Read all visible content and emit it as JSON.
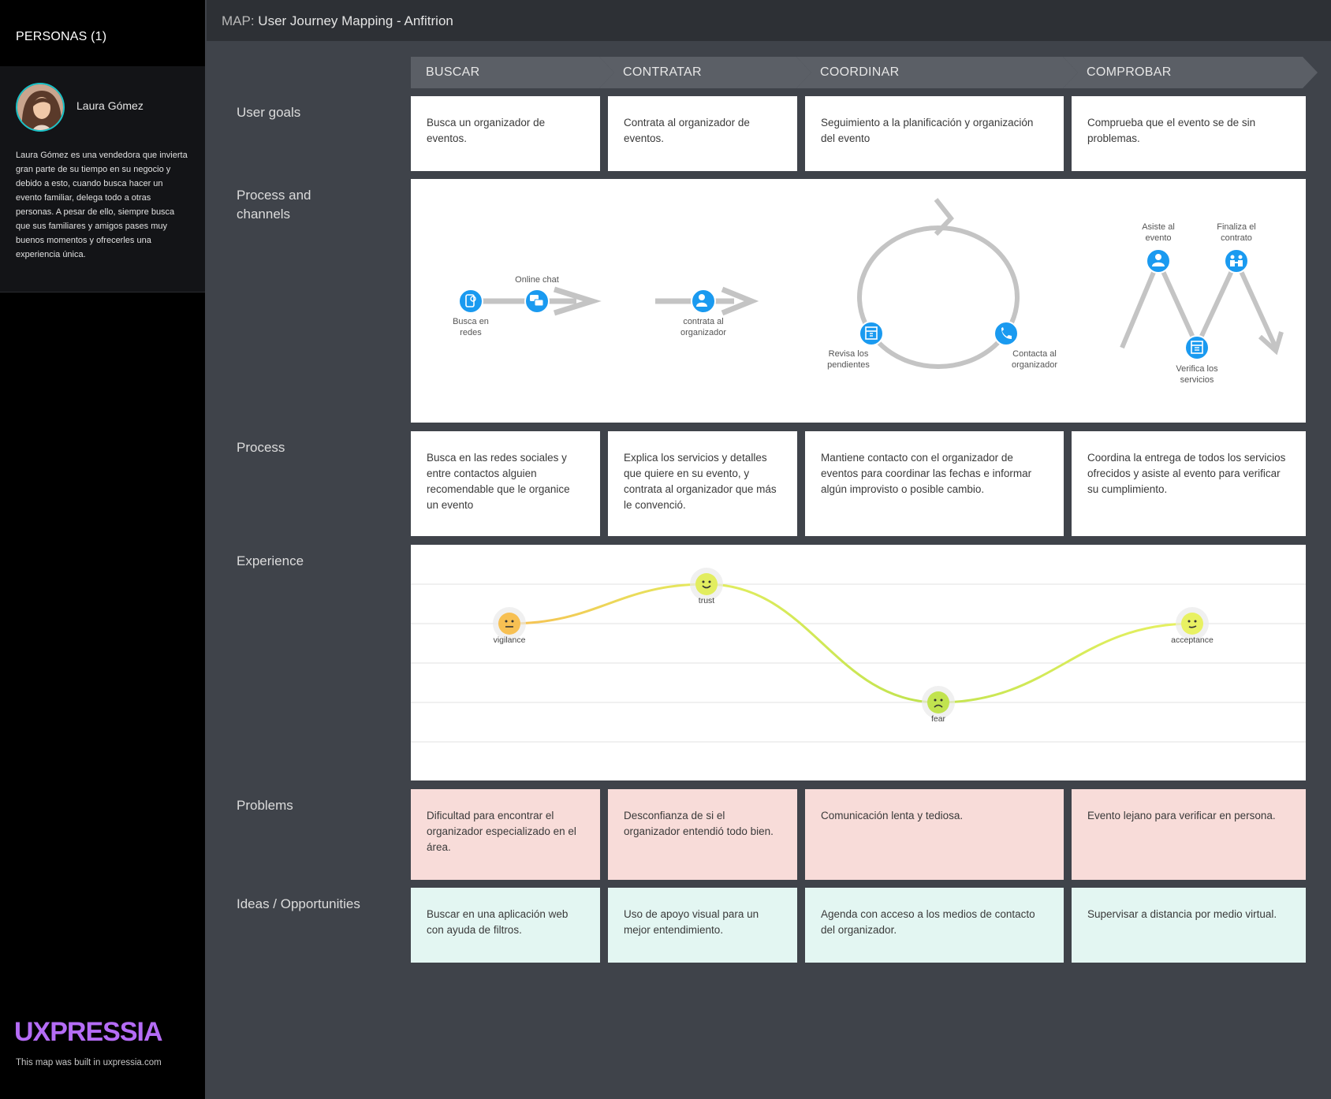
{
  "sidebar": {
    "personas_header": "PERSONAS (1)",
    "persona": {
      "name": "Laura Gómez",
      "description": "Laura Gómez es una vendedora que invierta gran parte de su tiempo en su negocio y debido a esto, cuando busca hacer un evento familiar, delega todo a otras personas. A pesar de ello, siempre busca que sus familiares y amigos pases muy buenos momentos y ofrecerles una experiencia única."
    },
    "brand": "UXPRESSIA",
    "brand_note": "This map was built in uxpressia.com"
  },
  "header": {
    "prefix": "MAP:",
    "title": "User Journey Mapping - Anfitrion"
  },
  "stages": [
    "BUSCAR",
    "CONTRATAR",
    "COORDINAR",
    "COMPROBAR"
  ],
  "rows": {
    "user_goals": {
      "label": "User goals",
      "cells": [
        " Busca un organizador de eventos.",
        "Contrata al organizador de eventos.",
        "Seguimiento a la planificación y organización del evento",
        "Comprueba que el evento se de sin problemas."
      ]
    },
    "process_channels": {
      "label": "Process and channels",
      "nodes": {
        "busca_redes": "Busca en redes",
        "online_chat": "Online chat",
        "contrata": "contrata al organizador",
        "revisa": "Revisa los pendientes",
        "contacta": "Contacta al organizador",
        "asiste": "Asiste al evento",
        "finaliza": "Finaliza el contrato",
        "verifica": "Verifica los servicios"
      }
    },
    "process": {
      "label": "Process",
      "cells": [
        "Busca en las redes sociales y entre contactos alguien recomendable que le organice un evento",
        "Explica los servicios y detalles que quiere en su evento, y contrata al organizador que más le convenció.",
        "Mantiene contacto con el organizador de eventos para coordinar las fechas e informar algún improvisto o posible cambio.",
        "Coordina la entrega de todos los servicios ofrecidos y asiste al evento para verificar su cumplimiento."
      ]
    },
    "experience": {
      "label": "Experience"
    },
    "problems": {
      "label": "Problems",
      "cells": [
        "Dificultad para encontrar el organizador especializado en el área.",
        "Desconfianza de si el organizador entendió todo bien.",
        "Comunicación lenta y tediosa.",
        "Evento lejano para verificar en persona."
      ]
    },
    "ideas": {
      "label": "Ideas / Opportunities",
      "cells": [
        "Buscar en una aplicación web con ayuda de filtros.",
        "Uso de apoyo visual para un mejor entendimiento.",
        "Agenda con acceso a los medios de contacto del organizador.",
        "Supervisar a distancia por medio virtual."
      ]
    }
  },
  "chart_data": {
    "type": "line",
    "categories": [
      "BUSCAR",
      "CONTRATAR",
      "COORDINAR",
      "COMPROBAR"
    ],
    "series": [
      {
        "values": [
          1,
          2,
          -1,
          1
        ]
      }
    ],
    "point_labels": [
      "vigilance",
      "trust",
      "fear",
      "acceptance"
    ],
    "ylim": [
      -3,
      3
    ],
    "grid": true,
    "colors": [
      "#f7c053",
      "#e2ed5f",
      "#c1e34f",
      "#e8f162"
    ]
  },
  "colors": {
    "accent_icon": "#1a9af0",
    "problem_bg": "#f8dcd9",
    "idea_bg": "#e3f6f2",
    "brand": "#b56cf6"
  }
}
